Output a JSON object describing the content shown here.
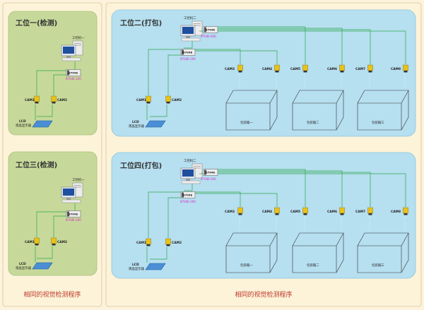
{
  "left_panel": {
    "station1": {
      "title": "工位一(检测)",
      "computer_label": "工控机一",
      "switch_label": "8704E",
      "switch_model": "8704E-200",
      "cam_labels": [
        "CAM1",
        "CAM2"
      ],
      "lcd_label": "LCD",
      "lcd_sublabel": "液晶显示器"
    },
    "station3": {
      "title": "工位三(检测)",
      "computer_label": "工控机一",
      "switch_label": "8704E",
      "switch_model": "8704E-200",
      "cam_labels": [
        "CAM1",
        "CAM2"
      ],
      "lcd_label": "LCD",
      "lcd_sublabel": "液晶显示器"
    },
    "footer": "相同的视觉检测程序"
  },
  "right_panel": {
    "station2": {
      "title": "工位二(打包)",
      "computer_label": "工控机二",
      "switch_top_label": "8704E",
      "switch_top_model": "8704E-600",
      "switch_mid_label": "8704E",
      "switch_mid_model": "8704E-200",
      "cam_labels": [
        "CAM1",
        "CAM2",
        "CAM3",
        "CAM4",
        "CAM5",
        "CAM6",
        "CAM7",
        "CAM8"
      ],
      "box_labels": [
        "包装箱一",
        "包装箱二",
        "包装箱三"
      ],
      "lcd_label": "LCD",
      "lcd_sublabel": "液晶显示器"
    },
    "station4": {
      "title": "工位四(打包)",
      "computer_label": "工控机二",
      "switch_top_label": "8704E",
      "switch_top_model": "8704E-600",
      "switch_mid_label": "8704E",
      "switch_mid_model": "8704E-200",
      "cam_labels": [
        "CAM1",
        "CAM2",
        "CAM3",
        "CAM4",
        "CAM5",
        "CAM6",
        "CAM7",
        "CAM8"
      ],
      "box_labels": [
        "包装箱一",
        "包装箱二",
        "包装箱三"
      ],
      "lcd_label": "LCD",
      "lcd_sublabel": "液晶显示器"
    },
    "footer": "相同的视觉检测程序"
  },
  "colors": {
    "left_bg": "#c6d99a",
    "right_bg": "#b6dff0",
    "link": "#2fa84a",
    "camera": "#e8c21a",
    "footer_text": "#c0392b"
  }
}
